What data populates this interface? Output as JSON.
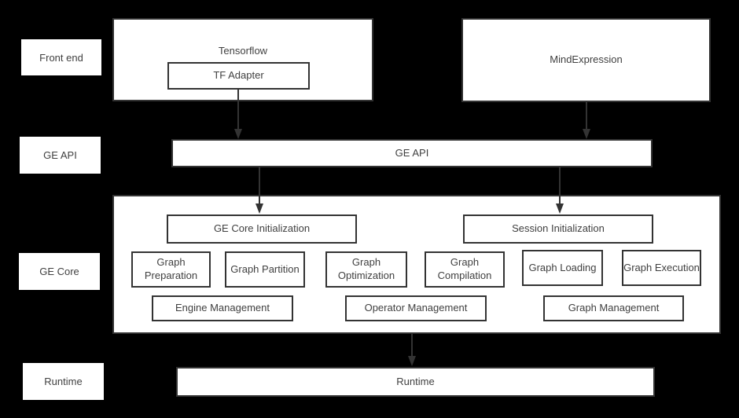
{
  "colors": {
    "background": "#000000",
    "box_fill": "#ffffff",
    "box_border": "#333333",
    "text": "#404040",
    "arrow": "#333333"
  },
  "row_labels": [
    {
      "label": "Front end"
    },
    {
      "label": "GE API"
    },
    {
      "label": "GE Core"
    },
    {
      "label": "Runtime"
    }
  ],
  "front_end": {
    "tensorflow_title": "Tensorflow",
    "tf_adapter_label": "TF Adapter",
    "mindexpression_label": "MindExpression"
  },
  "ge_api": {
    "label": "GE API"
  },
  "ge_core": {
    "init_boxes": [
      {
        "label": "GE Core Initialization"
      },
      {
        "label": "Session Initialization"
      }
    ],
    "stage_boxes": [
      {
        "label": "Graph Preparation"
      },
      {
        "label": "Graph Partition"
      },
      {
        "label": "Graph Optimization"
      },
      {
        "label": "Graph Compilation"
      },
      {
        "label": "Graph Loading"
      },
      {
        "label": "Graph Execution"
      }
    ],
    "management_boxes": [
      {
        "label": "Engine Management"
      },
      {
        "label": "Operator Management"
      },
      {
        "label": "Graph Management"
      }
    ]
  },
  "runtime": {
    "label": "Runtime"
  }
}
